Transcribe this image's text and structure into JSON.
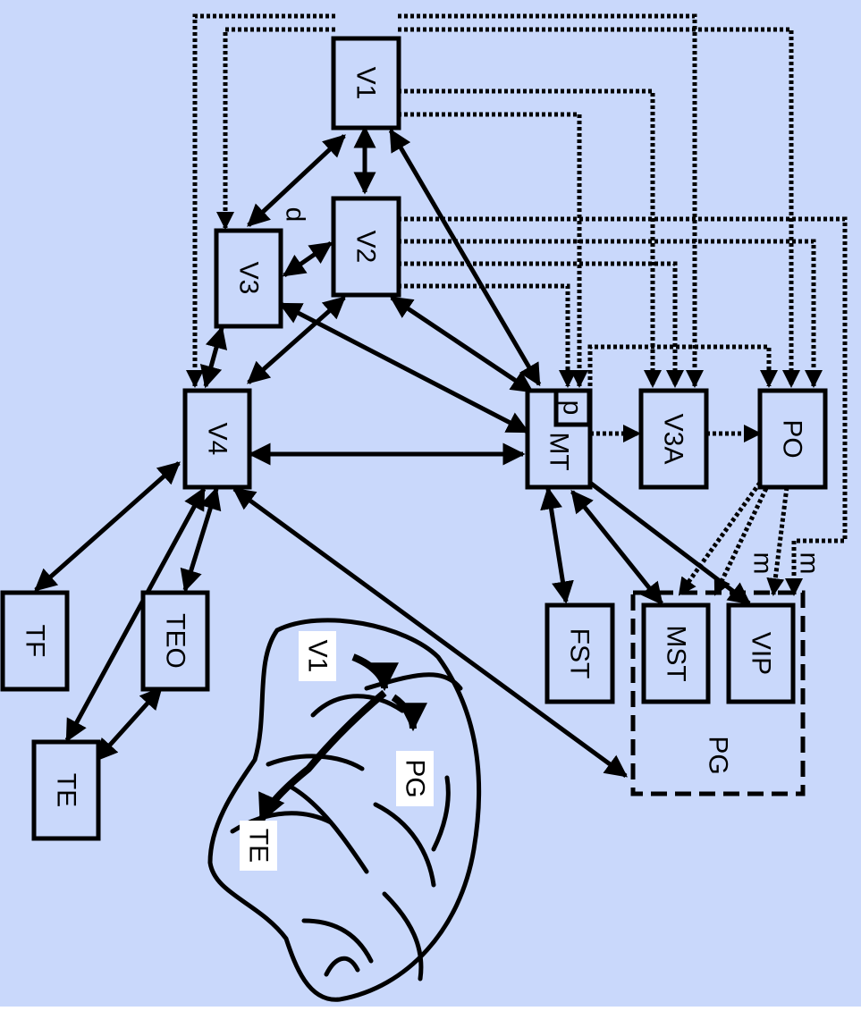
{
  "background": "#c9d8fb",
  "diagram": {
    "areas": {
      "V1": "V1",
      "V2": "V2",
      "V3": "V3",
      "V4": "V4",
      "MT": "MT",
      "V3A": "V3A",
      "PO": "PO",
      "FST": "FST",
      "MST": "MST",
      "VIP": "VIP",
      "TF": "TF",
      "TEO": "TEO",
      "TE": "TE"
    },
    "region_label": "PG",
    "sub_label": "p",
    "annotations": {
      "d": "d",
      "m1": "m",
      "m2": "m"
    },
    "brain_labels": {
      "V1": "V1",
      "PG": "PG",
      "TE": "TE"
    }
  }
}
